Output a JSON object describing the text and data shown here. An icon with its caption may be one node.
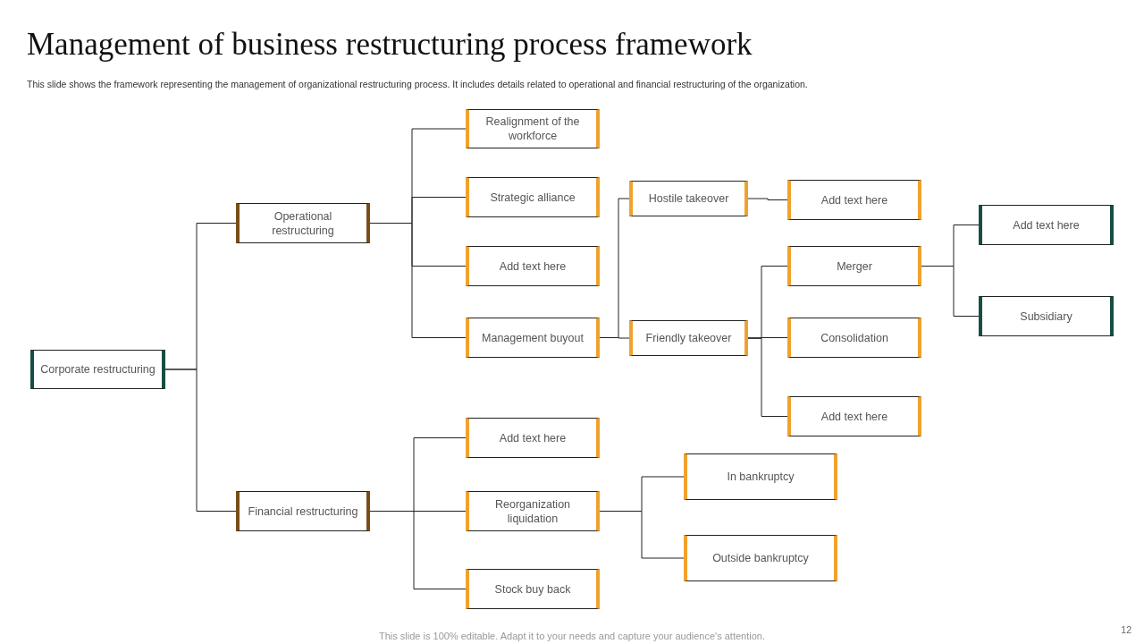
{
  "diagram": {
    "title": "Management of business restructuring process framework",
    "caption": "This slide shows the framework representing the management of organizational restructuring process. It includes details related to operational and financial restructuring of the organization.",
    "nodes": [
      {
        "text": [
          "Corporate restructuring"
        ]
      },
      {
        "text": [
          "Operational restructuring"
        ]
      },
      {
        "text": [
          "Financial restructuring"
        ]
      },
      {
        "text": [
          "Realignment of the workforce"
        ]
      },
      {
        "text": [
          "Strategic alliance"
        ]
      },
      {
        "text": [
          "Add text here"
        ]
      },
      {
        "text": [
          "Management buyout"
        ]
      },
      {
        "text": [
          "Hostile takeover"
        ]
      },
      {
        "text": [
          "Friendly takeover"
        ]
      },
      {
        "text": [
          "Add text here"
        ]
      },
      {
        "text": [
          "Merger"
        ]
      },
      {
        "text": [
          "Consolidation"
        ]
      },
      {
        "text": [
          "Add text here"
        ]
      },
      {
        "text": [
          "Add text here"
        ]
      },
      {
        "text": [
          "Subsidiary"
        ]
      },
      {
        "text": [
          "Add text here"
        ]
      },
      {
        "text": [
          "Reorganization liquidation"
        ]
      },
      {
        "text": [
          "Stock buy back"
        ]
      },
      {
        "text": [
          "In bankruptcy"
        ]
      },
      {
        "text": [
          "Outside bankruptcy"
        ]
      }
    ],
    "edges": [
      {
        "from": 0,
        "to": 1,
        "arrow": "none"
      },
      {
        "from": 0,
        "to": 2,
        "arrow": "none"
      },
      {
        "from": 1,
        "to": 3,
        "arrow": "none"
      },
      {
        "from": 1,
        "to": 4,
        "arrow": "none"
      },
      {
        "from": 1,
        "to": 5,
        "arrow": "none"
      },
      {
        "from": 1,
        "to": 6,
        "arrow": "none"
      },
      {
        "from": 6,
        "to": 7,
        "arrow": "none"
      },
      {
        "from": 6,
        "to": 8,
        "arrow": "none"
      },
      {
        "from": 7,
        "to": 9,
        "arrow": "none"
      },
      {
        "from": 8,
        "to": 10,
        "arrow": "none"
      },
      {
        "from": 8,
        "to": 11,
        "arrow": "none"
      },
      {
        "from": 8,
        "to": 12,
        "arrow": "none"
      },
      {
        "from": 10,
        "to": 13,
        "arrow": "none"
      },
      {
        "from": 10,
        "to": 14,
        "arrow": "none"
      },
      {
        "from": 2,
        "to": 15,
        "arrow": "none"
      },
      {
        "from": 2,
        "to": 16,
        "arrow": "none"
      },
      {
        "from": 2,
        "to": 17,
        "arrow": "none"
      },
      {
        "from": 16,
        "to": 18,
        "arrow": "none"
      },
      {
        "from": 16,
        "to": 19,
        "arrow": "none"
      }
    ],
    "labels": [
      "This slide is 100% editable. Adapt it to your needs and capture your audience's attention.",
      "12"
    ]
  }
}
